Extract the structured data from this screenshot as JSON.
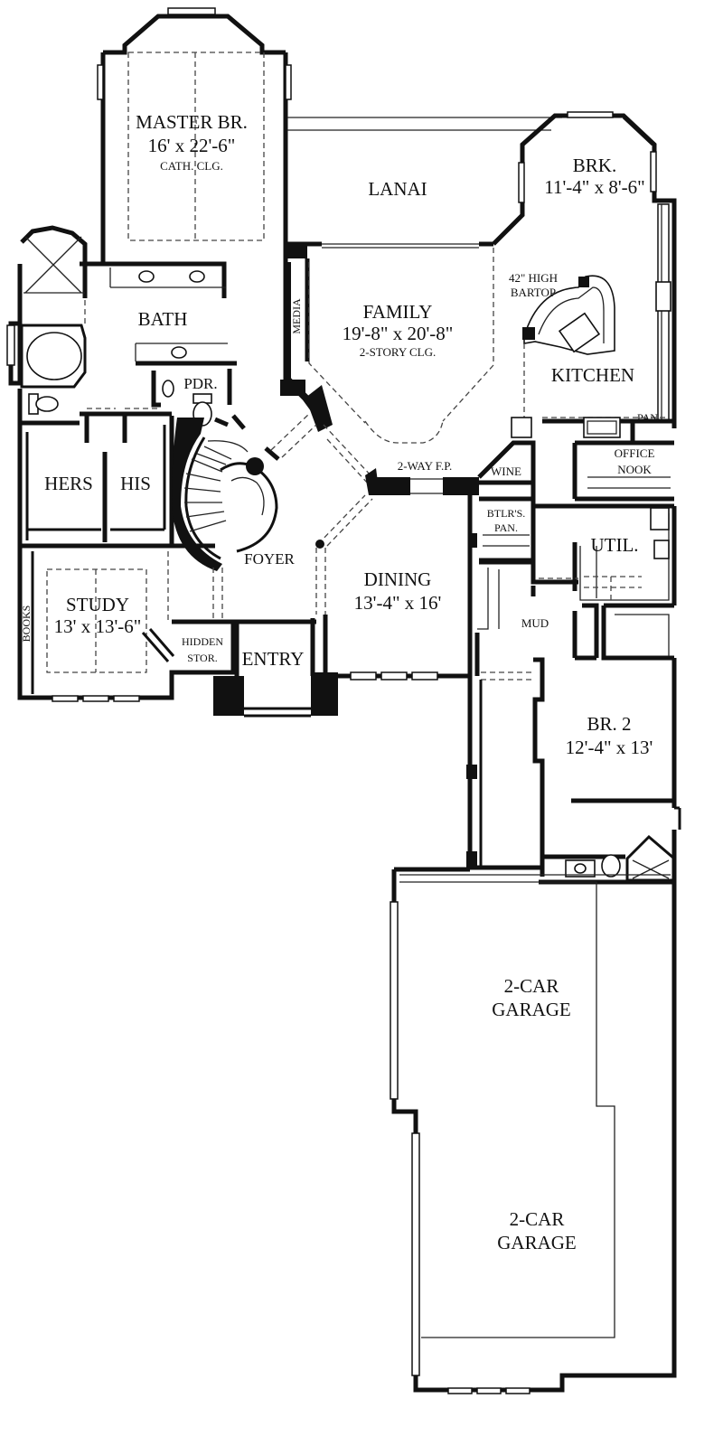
{
  "rooms": {
    "master": {
      "name": "MASTER BR.",
      "dims": "16' x 22'-6\"",
      "note": "CATH. CLG."
    },
    "lanai": {
      "name": "LANAI"
    },
    "brk": {
      "name": "BRK.",
      "dims": "11'-4\" x 8'-6\""
    },
    "bartop": {
      "line1": "42\" HIGH",
      "line2": "BARTOP"
    },
    "family": {
      "name": "FAMILY",
      "dims": "19'-8\" x 20'-8\"",
      "note": "2-STORY CLG."
    },
    "media": {
      "name": "MEDIA"
    },
    "bath": {
      "name": "BATH"
    },
    "pdr": {
      "name": "PDR."
    },
    "kitchen": {
      "name": "KITCHEN"
    },
    "pan": {
      "name": "PAN."
    },
    "hers": {
      "name": "HERS"
    },
    "his": {
      "name": "HIS"
    },
    "fireplace": {
      "name": "2-WAY F.P."
    },
    "wine": {
      "name": "WINE"
    },
    "office": {
      "line1": "OFFICE",
      "line2": "NOOK"
    },
    "foyer": {
      "name": "FOYER"
    },
    "butler": {
      "line1": "BTLR'S.",
      "line2": "PAN."
    },
    "util": {
      "name": "UTIL."
    },
    "study": {
      "name": "STUDY",
      "dims": "13' x 13'-6\""
    },
    "books": {
      "name": "BOOKS"
    },
    "dining": {
      "name": "DINING",
      "dims": "13'-4\" x 16'"
    },
    "mud": {
      "name": "MUD"
    },
    "hidden": {
      "line1": "HIDDEN",
      "line2": "STOR."
    },
    "entry": {
      "name": "ENTRY"
    },
    "br2": {
      "name": "BR. 2",
      "dims": "12'-4\" x 13'"
    },
    "garage1": {
      "line1": "2-CAR",
      "line2": "GARAGE"
    },
    "garage2": {
      "line1": "2-CAR",
      "line2": "GARAGE"
    }
  }
}
